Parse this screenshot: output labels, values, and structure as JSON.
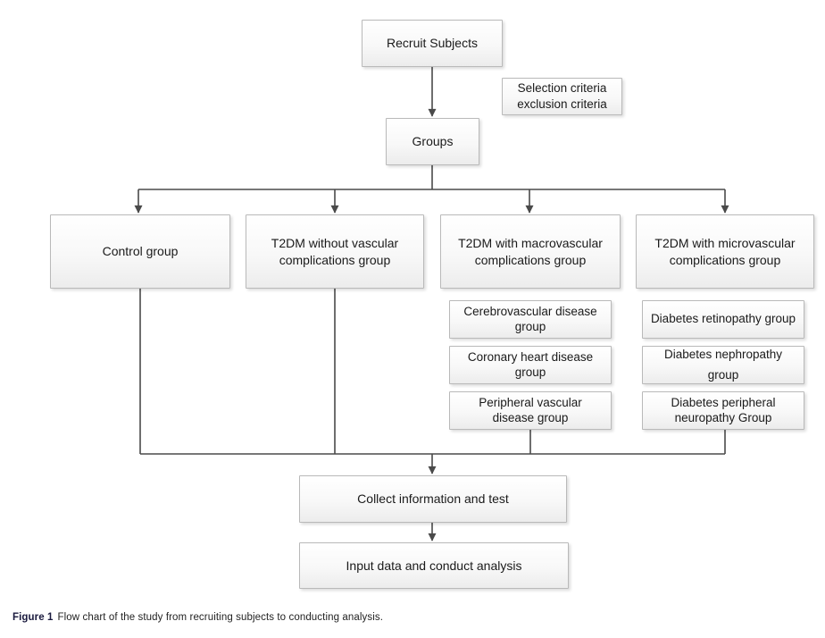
{
  "figure": {
    "caption_prefix": "Figure 1",
    "caption_text": "Flow chart of the study from recruiting subjects to conducting analysis."
  },
  "flowchart": {
    "nodes": {
      "recruit": {
        "label": "Recruit Subjects"
      },
      "criteria": {
        "label": "Selection criteria\nexclusion criteria"
      },
      "groups": {
        "label": "Groups"
      },
      "control": {
        "label": "Control group"
      },
      "t2dm_without": {
        "label": "T2DM without vascular complications group"
      },
      "t2dm_macro": {
        "label": "T2DM with macrovascular complications group"
      },
      "t2dm_micro": {
        "label": "T2DM with microvascular complications group"
      },
      "cerebrovascular": {
        "label": "Cerebrovascular disease group"
      },
      "coronary": {
        "label": "Coronary heart disease group"
      },
      "peripheral": {
        "label": "Peripheral vascular disease group"
      },
      "retinopathy": {
        "label": "Diabetes retinopathy group"
      },
      "nephropathy": {
        "label": "Diabetes nephropathy group"
      },
      "neuropathy": {
        "label": "Diabetes peripheral neuropathy Group"
      },
      "collect": {
        "label": "Collect information and test"
      },
      "input": {
        "label": "Input data and conduct analysis"
      }
    },
    "colors": {
      "line": "#4a4a4a",
      "box_border": "#b9b9b9",
      "box_fill_top": "#ffffff",
      "box_fill_bottom": "#ececec",
      "text": "#1a1a1a"
    }
  }
}
